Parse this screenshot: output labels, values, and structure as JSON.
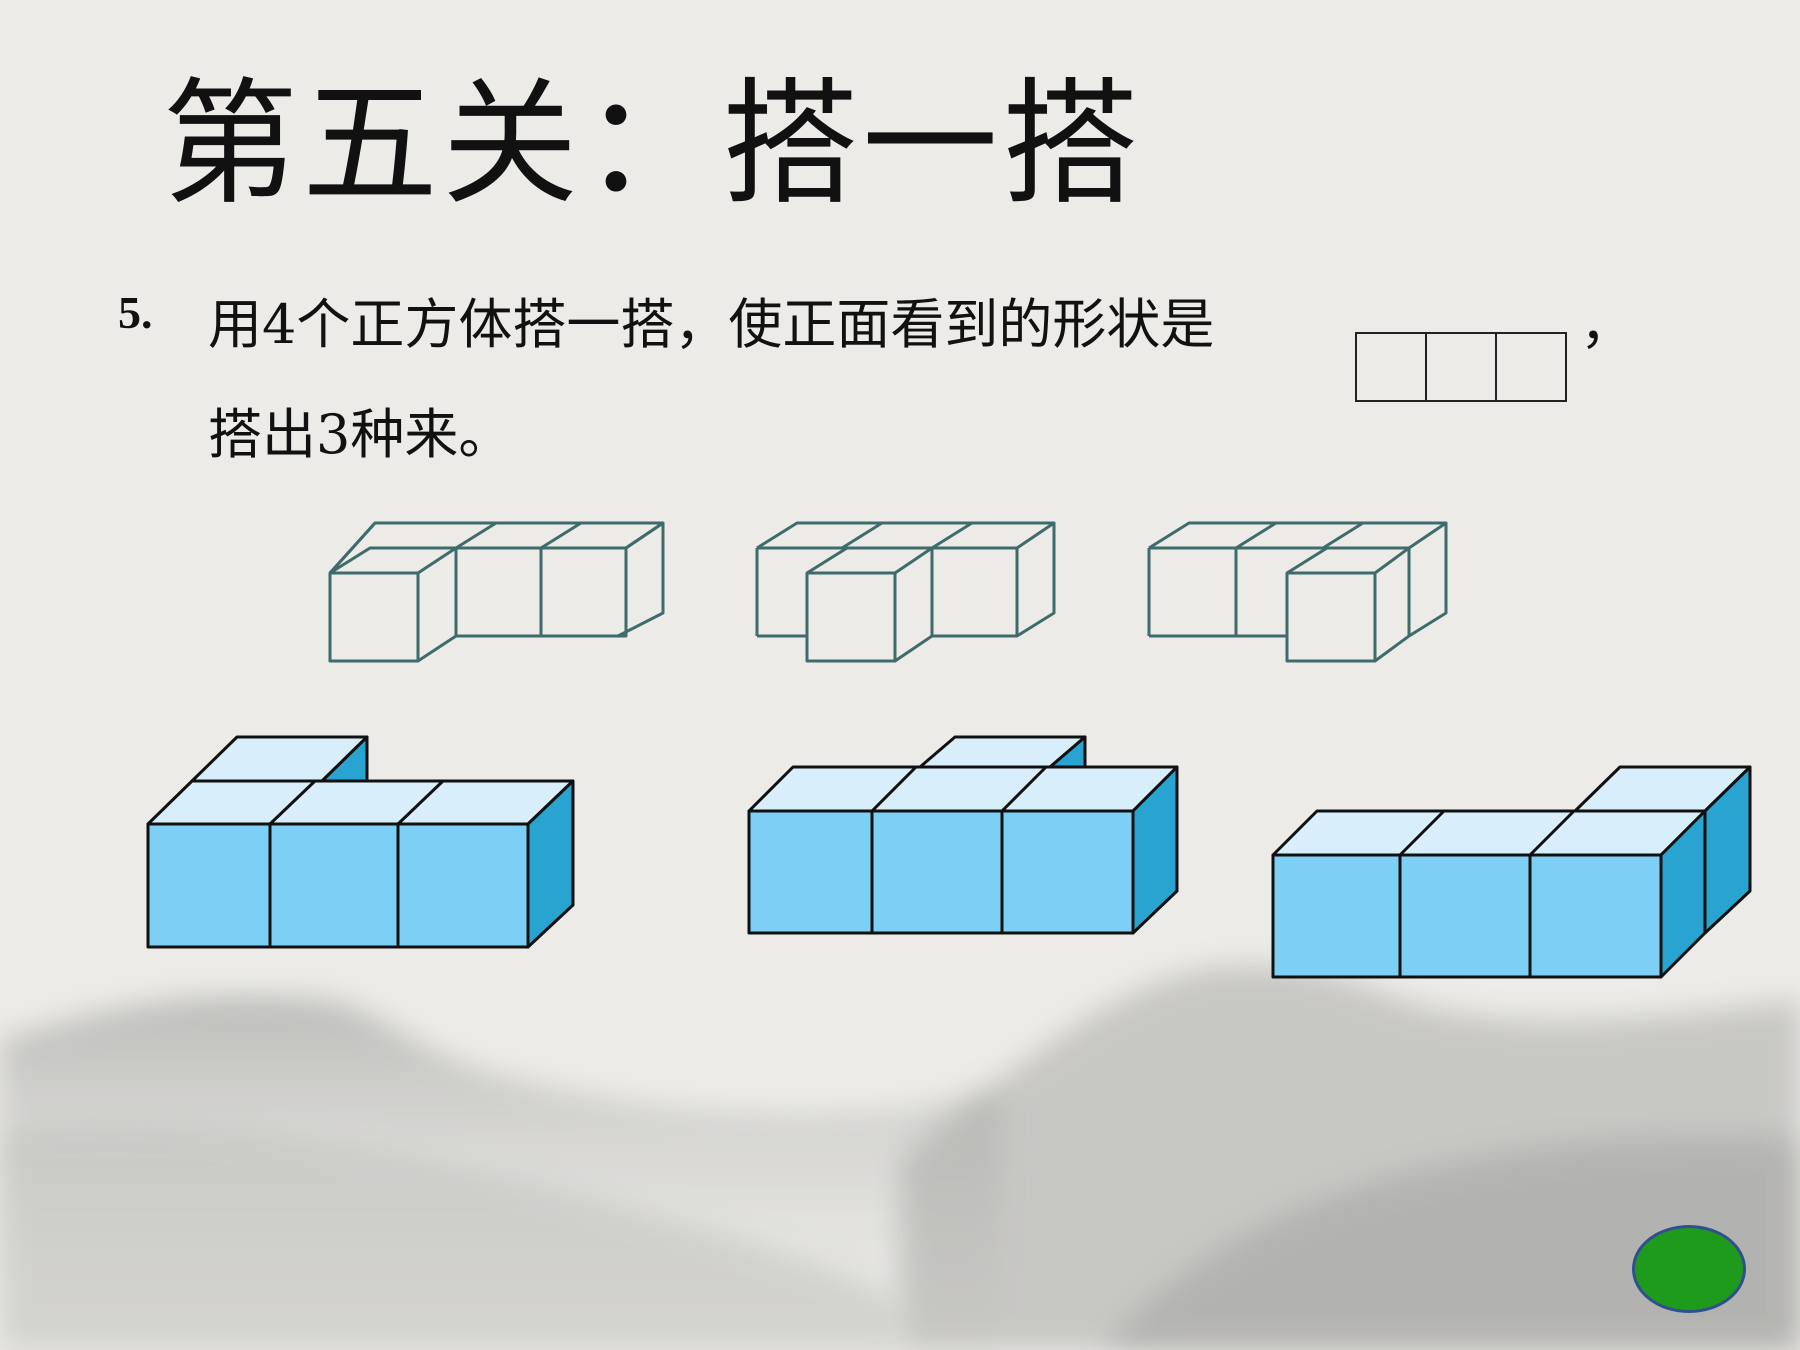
{
  "title": "第五关：搭一搭",
  "question": {
    "number": "5.",
    "line1": "用4个正方体搭一搭，使正面看到的形状是",
    "comma": "，",
    "line2": "搭出3种来。"
  },
  "colors": {
    "outline_cube_stroke": "#3e6b6b",
    "cube_front": "#7ecff5",
    "cube_top": "#d8effb",
    "cube_side": "#29a3cf",
    "next_button": "#1e9b1c"
  },
  "icons": {
    "next_button": "green-oval-button"
  }
}
